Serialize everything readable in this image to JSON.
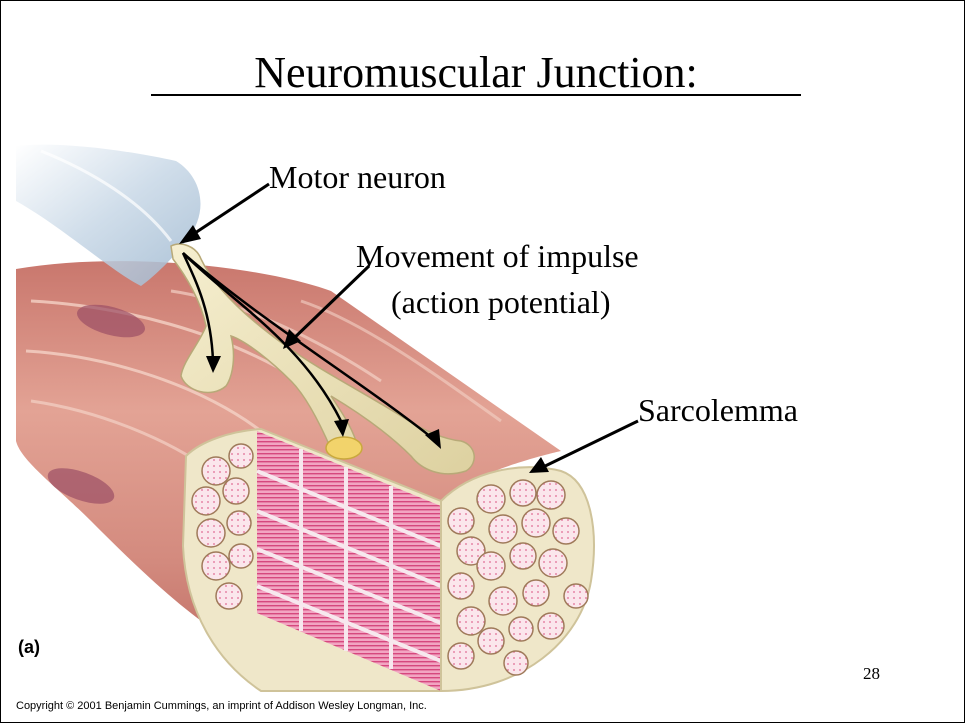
{
  "slide": {
    "title": "Neuromuscular Junction:",
    "page_number": "28",
    "panel_label": "(a)",
    "copyright": "Copyright © 2001 Benjamin Cummings, an imprint of Addison Wesley Longman, Inc."
  },
  "labels": {
    "motor_neuron": "Motor neuron",
    "impulse_line1": "Movement of impulse",
    "impulse_line2": "(action potential)",
    "sarcolemma": "Sarcolemma"
  },
  "colors": {
    "muscle_fiber": "#d9958a",
    "muscle_stripe": "#f2d3c8",
    "myofibril_pink": "#e77fa6",
    "sarcolemma_cream": "#efe7c9",
    "neuron_cream": "#ebe2b8",
    "sheath_blue": "#b9cde0",
    "terminal_yellow": "#f2d36b"
  }
}
